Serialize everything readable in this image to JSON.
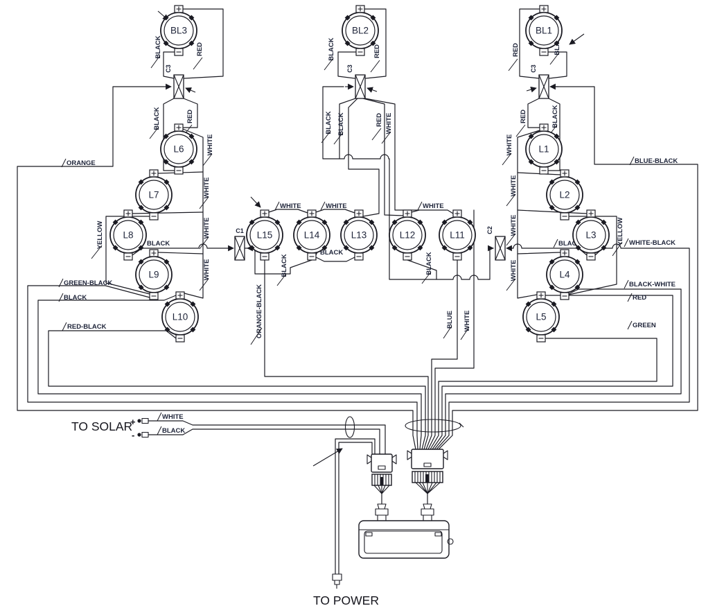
{
  "diagram": {
    "type": "wiring-diagram",
    "background": "#ffffff",
    "line_color": "#1a1a22",
    "text_color": "#1d2338"
  },
  "lamps": {
    "bl1": "BL1",
    "bl2": "BL2",
    "bl3": "BL3",
    "l1": "L1",
    "l2": "L2",
    "l3": "L3",
    "l4": "L4",
    "l5": "L5",
    "l6": "L6",
    "l7": "L7",
    "l8": "L8",
    "l9": "L9",
    "l10": "L10",
    "l11": "L11",
    "l12": "L12",
    "l13": "L13",
    "l14": "L14",
    "l15": "L15"
  },
  "connectors": {
    "c1": "C1",
    "c2": "C2",
    "c3": "C3"
  },
  "wires": {
    "black": "BLACK",
    "red": "RED",
    "white": "WHITE",
    "orange": "ORANGE",
    "yellow": "YELLOW",
    "blue": "BLUE",
    "green": "GREEN",
    "orange_black": "ORANGE-BLACK",
    "green_black": "GREEN-BLACK",
    "red_black": "RED-BLACK",
    "blue_black": "BLUE-BLACK",
    "white_black": "WHITE-BLACK",
    "black_white": "BLACK-WHITE"
  },
  "solar": {
    "label": "TO SOLAR",
    "plus": "+",
    "minus": "-"
  },
  "power": {
    "label": "TO POWER"
  }
}
